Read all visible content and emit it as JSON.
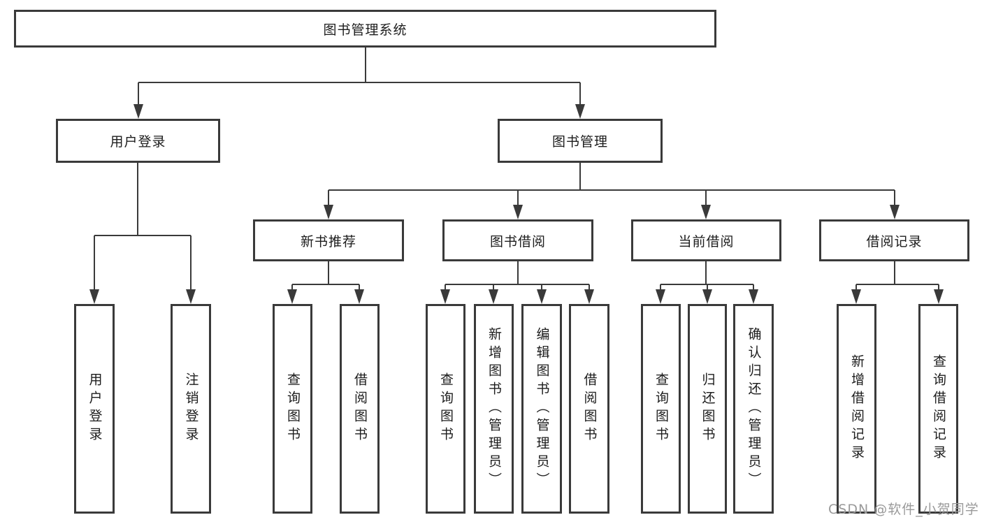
{
  "diagram": {
    "root": {
      "label": "图书管理系统"
    },
    "level2": [
      {
        "label": "用户登录"
      },
      {
        "label": "图书管理"
      }
    ],
    "level3": [
      {
        "label": "新书推荐"
      },
      {
        "label": "图书借阅"
      },
      {
        "label": "当前借阅"
      },
      {
        "label": "借阅记录"
      }
    ],
    "leaves": {
      "user": [
        "用户登录",
        "注销登录"
      ],
      "recommend": [
        "查询图书",
        "借阅图书"
      ],
      "borrow": [
        "查询图书",
        "新增图书（管理员）",
        "编辑图书（管理员）",
        "借阅图书"
      ],
      "current": [
        "查询图书",
        "归还图书",
        "确认归还（管理员）"
      ],
      "records": [
        "新增借阅记录",
        "查询借阅记录"
      ]
    }
  },
  "watermark": {
    "text": "CSDN @软件_小贺同学"
  },
  "colors": {
    "line": "#3a3a3a",
    "box_border": "#3a3a3a",
    "text": "#1c1c1c",
    "watermark": "#9a9a9a",
    "background": "#ffffff"
  }
}
